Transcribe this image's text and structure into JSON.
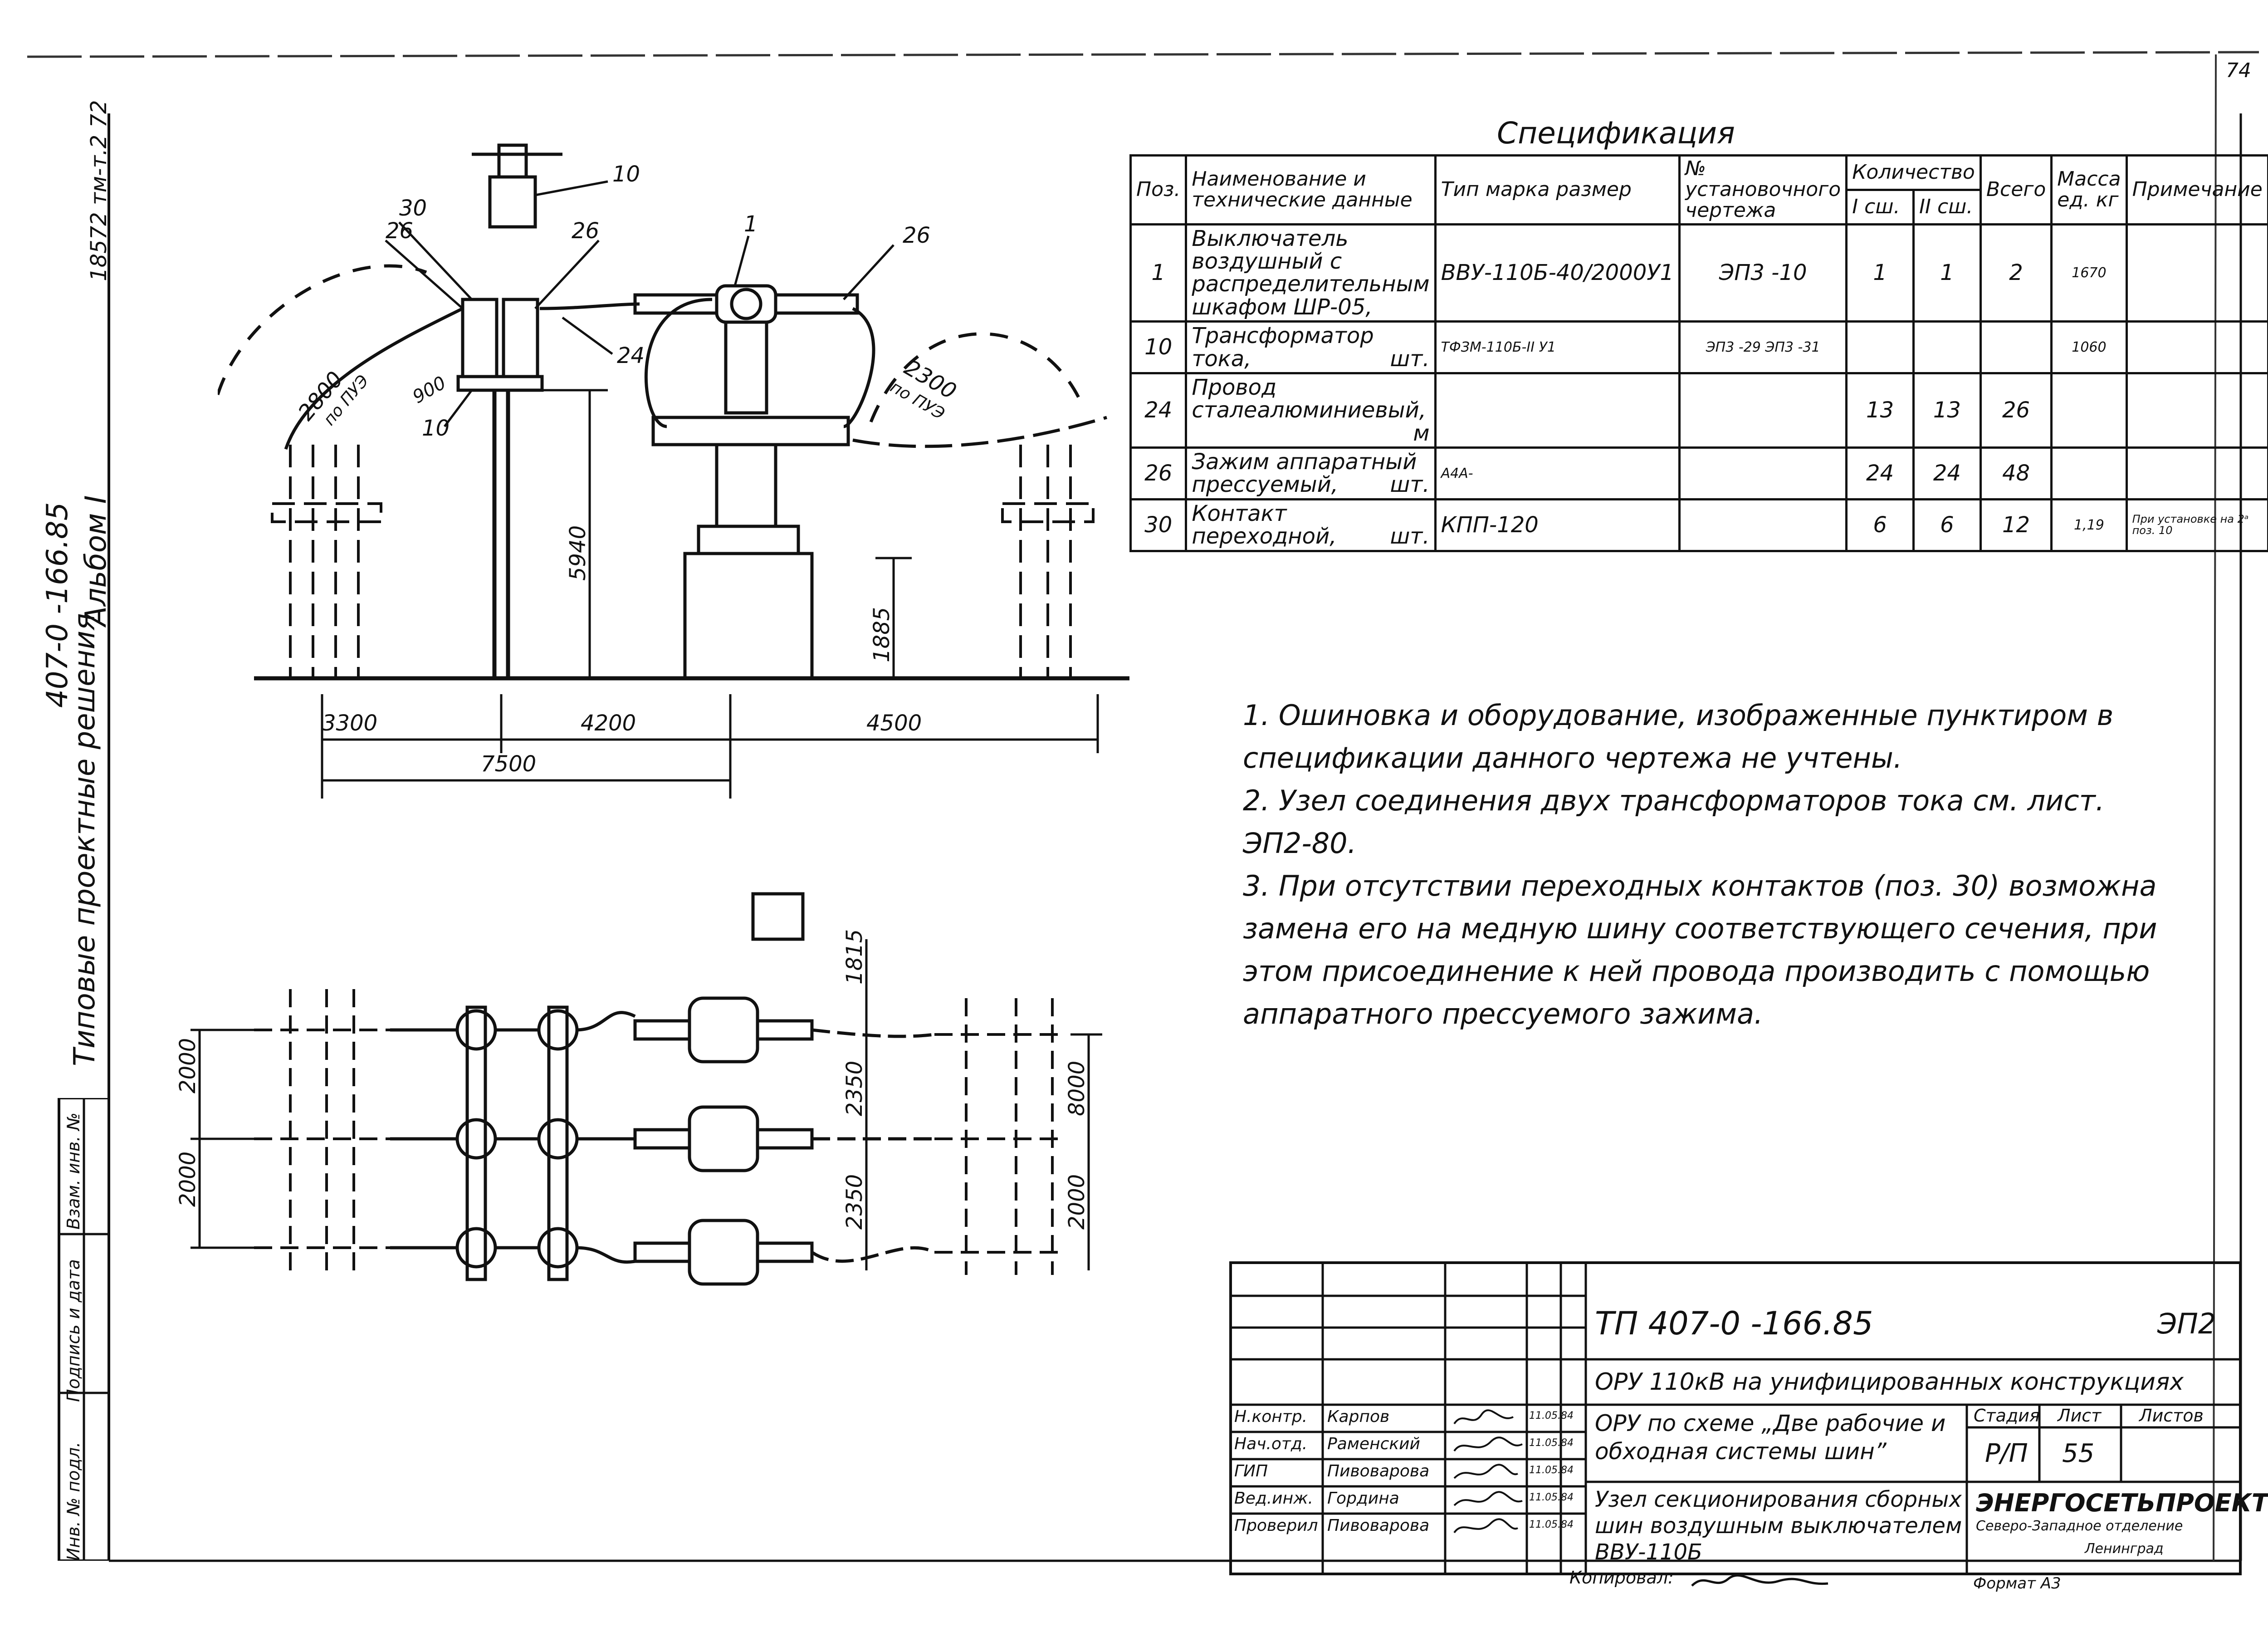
{
  "page_number": "74",
  "side": {
    "album_code": "18572 тм-т.2 72",
    "series": "407-0 -166.85",
    "album": "Альбом I",
    "typical": "Типовые проектные решения",
    "stamp_labels": [
      "Инв. № подл.",
      "Подпись и дата",
      "Взам. инв. №"
    ]
  },
  "spec": {
    "title": "Спецификация",
    "headers": {
      "pos": "Поз.",
      "name": "Наименование и технические данные",
      "type": "Тип марка размер",
      "drawing": "№ установочного чертежа",
      "qty_group": "Количество",
      "qty1": "I сш.",
      "qty2": "II сш.",
      "total": "Всего",
      "mass": "Масса ед. кг",
      "note": "Примечание"
    },
    "rows": [
      {
        "pos": "1",
        "name": "Выключатель воздушный с распределительным шкафом ШР-05,",
        "unit": "",
        "type": "ВВУ-110Б-40/2000У1",
        "drawing": "ЭП3 -10",
        "q1": "1",
        "q2": "1",
        "total": "2",
        "mass": "1670",
        "note": ""
      },
      {
        "pos": "10",
        "name": "Трансформатор тока,",
        "unit": "шт.",
        "type": "ТФЗМ-110Б-II У1",
        "drawing": "ЭП3 -29 ЭП3 -31",
        "q1": "",
        "q2": "",
        "total": "",
        "mass": "1060",
        "note": ""
      },
      {
        "pos": "24",
        "name": "Провод сталеалюминиевый,",
        "unit": "м",
        "type": "",
        "drawing": "",
        "q1": "13",
        "q2": "13",
        "total": "26",
        "mass": "",
        "note": ""
      },
      {
        "pos": "26",
        "name": "Зажим аппаратный прессуемый,",
        "unit": "шт.",
        "type": "А4А-",
        "drawing": "",
        "q1": "24",
        "q2": "24",
        "total": "48",
        "mass": "",
        "note": ""
      },
      {
        "pos": "30",
        "name": "Контакт переходной,",
        "unit": "шт.",
        "type": "КПП-120",
        "drawing": "",
        "q1": "6",
        "q2": "6",
        "total": "12",
        "mass": "1,19",
        "note": "При установке на 2ᵃ поз. 10"
      }
    ]
  },
  "notes": [
    "1. Ошиновка и оборудование, изображенные пунктиром в спецификации данного чертежа не учтены.",
    "2. Узел соединения двух трансформаторов тока см. лист. ЭП2-80.",
    "3. При отсутствии переходных контактов (поз. 30) возможна замена его на медную шину соответствующего сечения, при этом присоединение к ней провода производить с помощью аппаратного прессуемого зажима."
  ],
  "drawing": {
    "elev_dims": [
      "3300",
      "4200",
      "4500",
      "7500",
      "5940",
      "1885",
      "2800",
      "2300",
      "900"
    ],
    "elev_labels": [
      "по ПУЭ",
      "по ПУЭ"
    ],
    "callouts": [
      "10",
      "30",
      "26",
      "26",
      "26",
      "1",
      "24",
      "10"
    ],
    "plan_dims": [
      "2000",
      "2000",
      "1815",
      "2350",
      "2350",
      "8000",
      "2000"
    ]
  },
  "stamp": {
    "doc_number": "ТП 407-0 -166.85",
    "sheet_code": "ЭП2",
    "project": "ОРУ 110кВ на унифицированных конструкциях",
    "scheme": "ОРУ по схеме „Две рабочие и обходная системы шин”",
    "title": "Узел секционирования сборных шин воздушным выключателем ВВУ-110Б",
    "stage_hdr": "Стадия",
    "sheet_hdr": "Лист",
    "sheets_hdr": "Листов",
    "stage": "Р/П",
    "sheet": "55",
    "sheets": "",
    "org": "ЭНЕРГОСЕТЬПРОЕКТ",
    "org_branch": "Северо-Западное отделение",
    "org_city": "Ленинград",
    "signers": [
      {
        "role": "Н.контр.",
        "name": "Карпов",
        "date": "11.05.84"
      },
      {
        "role": "Нач.отд.",
        "name": "Раменский",
        "date": "11.05.84"
      },
      {
        "role": "ГИП",
        "name": "Пивоварова",
        "date": "11.05.84"
      },
      {
        "role": "Вед.инж.",
        "name": "Гордина",
        "date": "11.05.84"
      },
      {
        "role": "Проверил",
        "name": "Пивоварова",
        "date": "11.05.84"
      }
    ],
    "copied": "Копировал:",
    "format": "Формат А3"
  }
}
